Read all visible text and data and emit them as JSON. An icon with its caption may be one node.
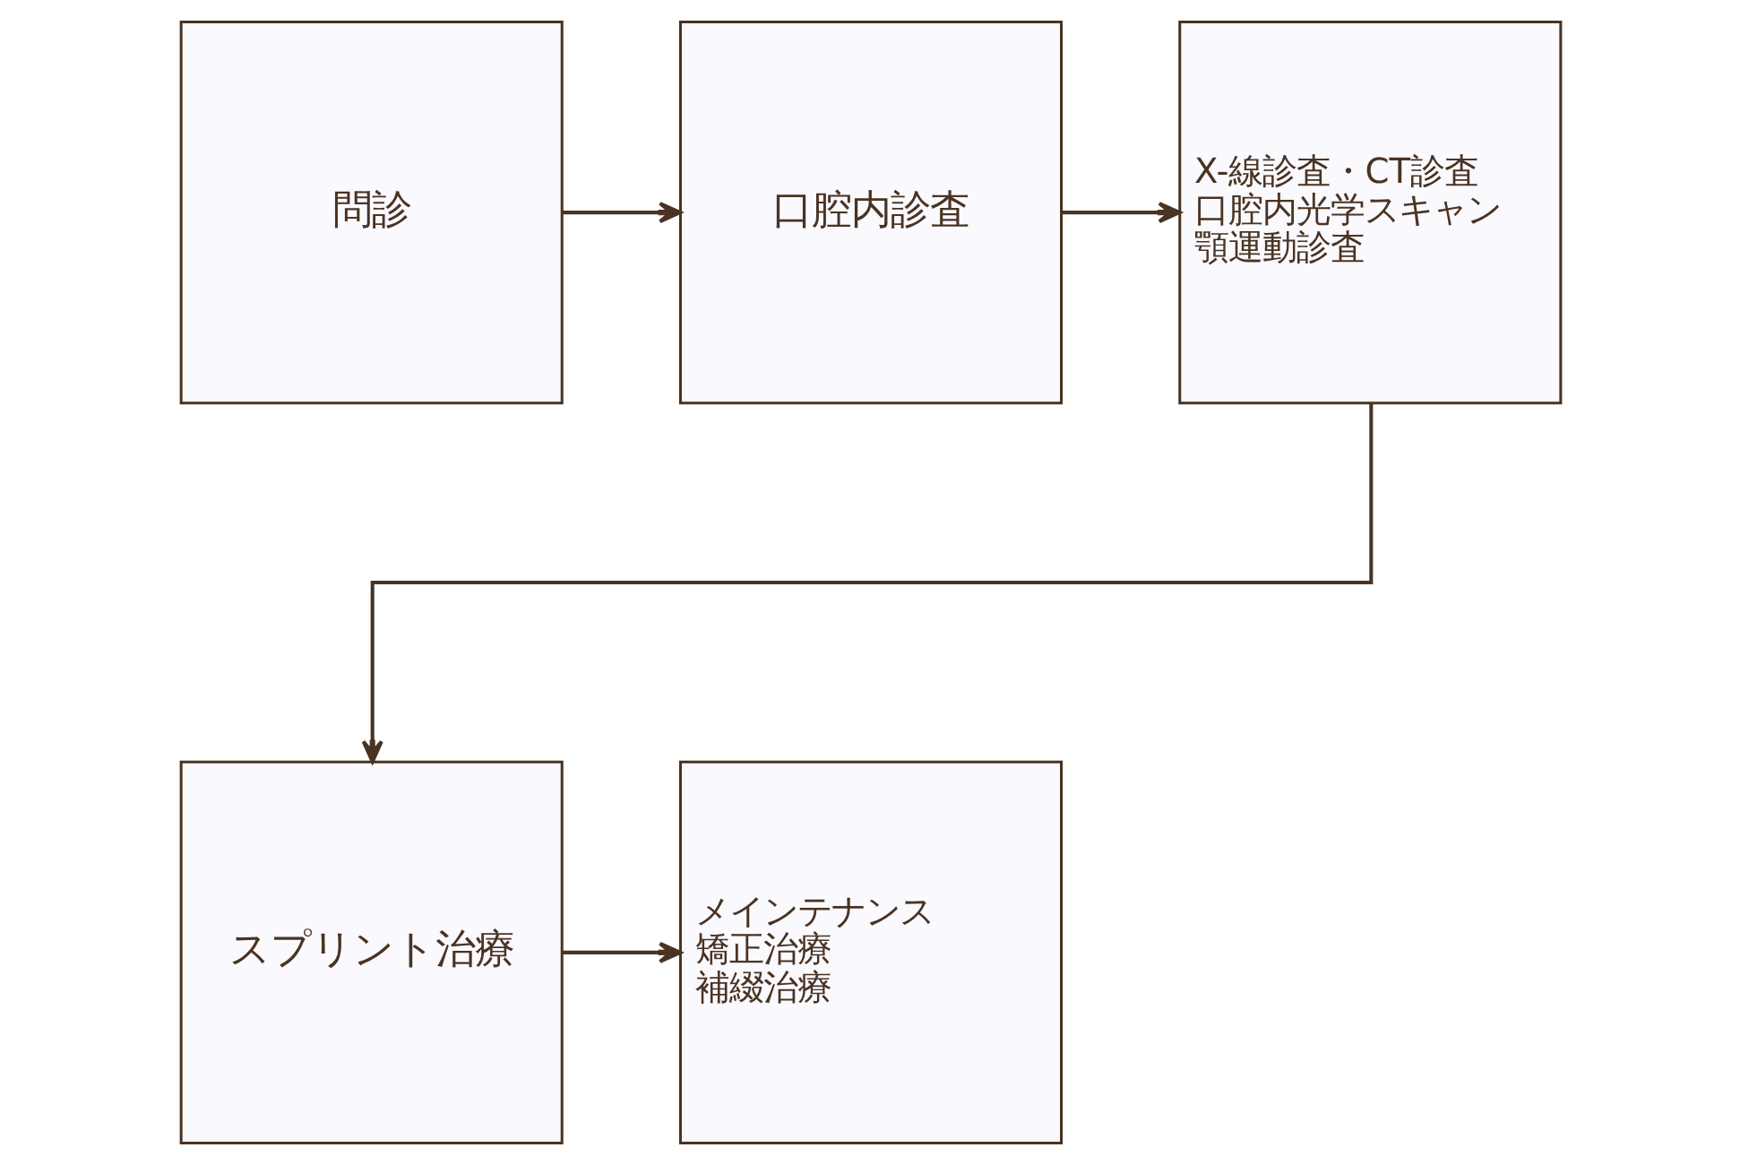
{
  "diagram": {
    "nodes": [
      {
        "text": [
          "問診"
        ]
      },
      {
        "text": [
          "口腔内診査"
        ]
      },
      {
        "text": [
          "X-線診査・CT診査",
          "口腔内光学スキャン",
          "顎運動診査"
        ]
      },
      {
        "text": [
          "スプリント治療"
        ]
      },
      {
        "text": [
          "メインテナンス",
          "矯正治療",
          "補綴治療"
        ]
      }
    ],
    "edges": [
      {
        "from": 0,
        "to": 1,
        "arrow": "to"
      },
      {
        "from": 1,
        "to": 2,
        "arrow": "to"
      },
      {
        "from": 2,
        "to": 3,
        "arrow": "to"
      },
      {
        "from": 3,
        "to": 4,
        "arrow": "to"
      }
    ]
  }
}
